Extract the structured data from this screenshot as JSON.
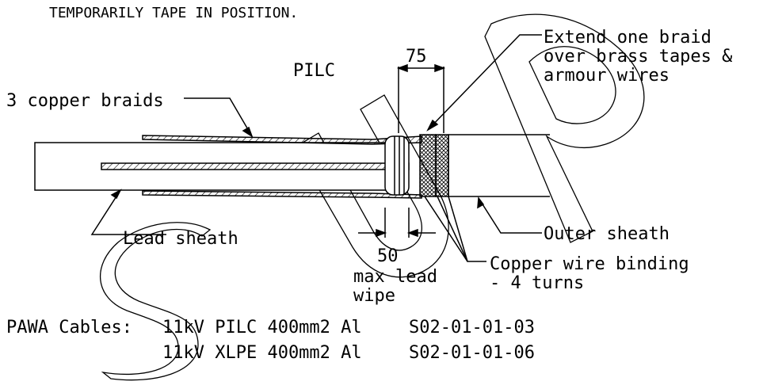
{
  "header_note": "TEMPORARILY TAPE IN POSITION.",
  "labels": {
    "pilc": "PILC",
    "dim_75": "75",
    "extend_line1": "Extend one braid",
    "extend_line2": "over brass tapes &",
    "extend_line3": "armour wires",
    "copper_braids": "3 copper braids",
    "lead_sheath": "Lead sheath",
    "outer_sheath": "Outer sheath",
    "dim_50": "50",
    "wipe_line1": "max lead",
    "wipe_line2": "wipe",
    "binding_line1": "Copper wire binding",
    "binding_line2": "- 4 turns"
  },
  "footer": {
    "prefix": "PAWA Cables:",
    "line1_cable": "11kV PILC 400mm2 Al",
    "line1_code": "S02-01-01-03",
    "line2_cable": "11kV XLPE 400mm2 Al",
    "line2_code": "S02-01-01-06"
  },
  "watermark_letters": [
    "S",
    "U",
    "P"
  ],
  "colors": {
    "ink": "#000000",
    "background": "#ffffff"
  }
}
